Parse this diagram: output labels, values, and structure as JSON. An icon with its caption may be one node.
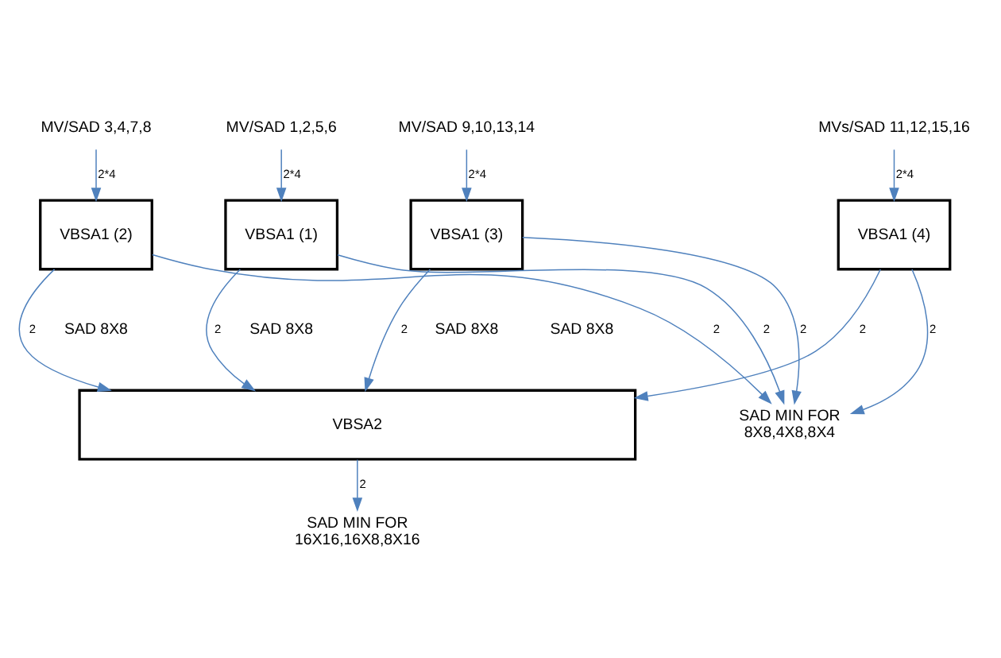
{
  "diagram": {
    "nodes": [
      {
        "text": [
          "MV/SAD 1,2,5,6"
        ]
      },
      {
        "text": [
          "MV/SAD 3,4,7,8"
        ]
      },
      {
        "text": [
          "MV/SAD 9,10,13,14"
        ]
      },
      {
        "text": [
          "MVs/SAD 11,12,15,16"
        ]
      },
      {
        "text": [
          "VBSA1 (1)"
        ]
      },
      {
        "text": [
          "VBSA1 (2)"
        ]
      },
      {
        "text": [
          "VBSA1 (3)"
        ]
      },
      {
        "text": [
          "VBSA1 (4)"
        ]
      },
      {
        "text": [
          "VBSA2"
        ]
      },
      {
        "text": [
          "SAD MIN FOR 8X8,4X8,8X4"
        ]
      },
      {
        "text": [
          "SAD MIN FOR 16X16,16X8,8X16"
        ]
      }
    ],
    "edges": [
      {
        "from": 0,
        "to": 4,
        "arrow": "to",
        "label": "2*4"
      },
      {
        "from": 1,
        "to": 5,
        "arrow": "to",
        "label": "2*4"
      },
      {
        "from": 2,
        "to": 6,
        "arrow": "to",
        "label": "2*4"
      },
      {
        "from": 3,
        "to": 7,
        "arrow": "to",
        "label": "2*4"
      },
      {
        "from": 4,
        "to": 9,
        "arrow": "to",
        "label": "2"
      },
      {
        "from": 4,
        "to": 8,
        "arrow": "to",
        "label": "2"
      },
      {
        "from": 5,
        "to": 9,
        "arrow": "to",
        "label": "2"
      },
      {
        "from": 5,
        "to": 8,
        "arrow": "to",
        "label": "2"
      },
      {
        "from": 6,
        "to": 9,
        "arrow": "to",
        "label": "2"
      },
      {
        "from": 6,
        "to": 8,
        "arrow": "to",
        "label": "2"
      },
      {
        "from": 7,
        "to": 9,
        "arrow": "to",
        "label": "2"
      },
      {
        "from": 7,
        "to": 8,
        "arrow": "to",
        "label": "2"
      },
      {
        "from": 8,
        "to": 10,
        "arrow": "to",
        "label": "2"
      }
    ],
    "labels": [
      "SAD 8X8",
      "SAD 8X8",
      "SAD 8X8",
      "SAD 8X8"
    ]
  }
}
